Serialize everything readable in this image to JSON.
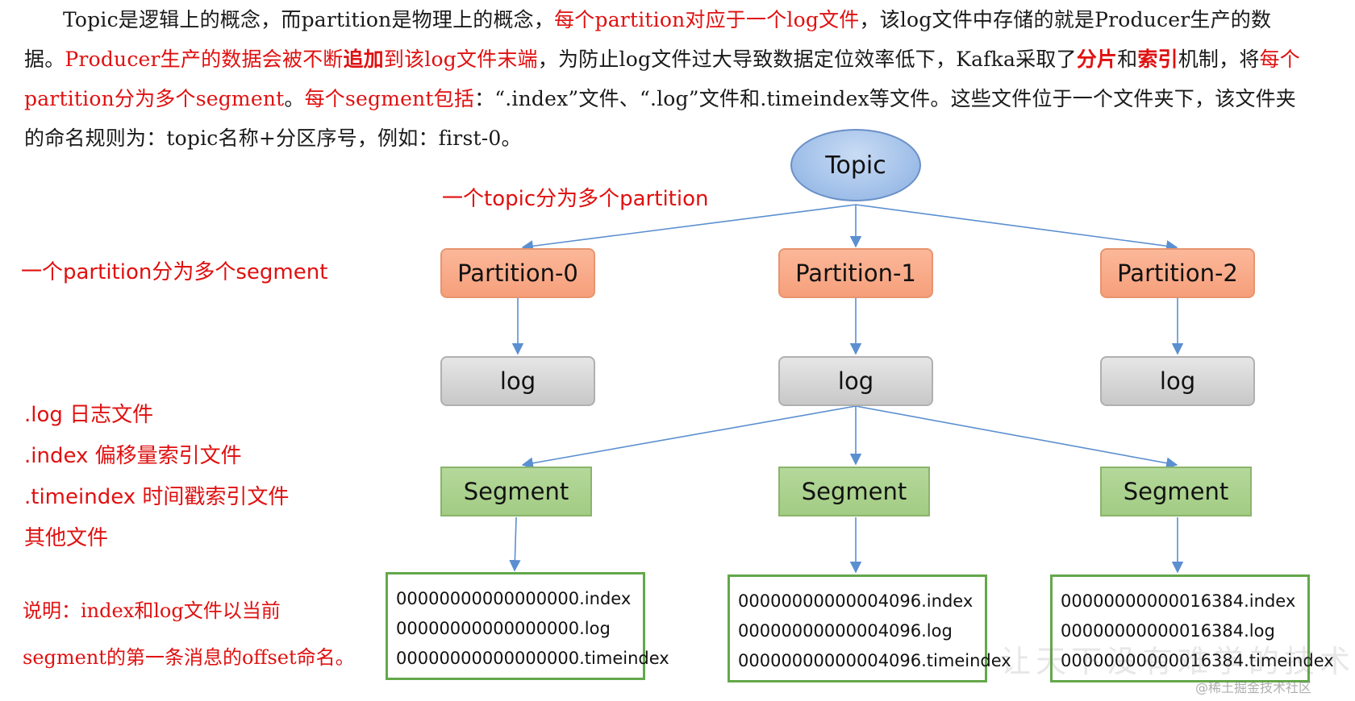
{
  "paragraph": {
    "p1": "Topic是逻辑上的概念，而partition是物理上的概念，",
    "p2": "每个partition对应于一个log文件",
    "p3": "，该log文件中存储的就是Producer生产的数据。",
    "p4": "Producer生产的数据会被不断",
    "p5": "追加",
    "p6": "到该log文件末端",
    "p7": "，为防止log文件过大导致数据定位效率低下，Kafka采取了",
    "p8": "分片",
    "p9": "和",
    "p10": "索引",
    "p11": "机制，将",
    "p12": "每个partition分为多个segment",
    "p13": "。",
    "p14": "每个segment包括",
    "p15": "：“.index”文件、“.log”文件和.timeindex等文件。这些文件位于一个文件夹下，该文件夹的命名规则为：topic名称+分区序号，例如：first-0。"
  },
  "labels": {
    "topic_to_partition": "一个topic分为多个partition",
    "partition_to_segment": "一个partition分为多个segment",
    "log_file": ".log  日志文件",
    "index_file": ".index 偏移量索引文件",
    "timeindex_file": ".timeindex 时间戳索引文件",
    "other_files": "其他文件",
    "note_line1": "说明：index和log文件以当前",
    "note_line2": "segment的第一条消息的offset命名。"
  },
  "diagram": {
    "topic": "Topic",
    "partitions": [
      "Partition-0",
      "Partition-1",
      "Partition-2"
    ],
    "logs": [
      "log",
      "log",
      "log"
    ],
    "segments": [
      "Segment",
      "Segment",
      "Segment"
    ],
    "files": [
      [
        "00000000000000000.index",
        "00000000000000000.log",
        "00000000000000000.timeindex"
      ],
      [
        "00000000000004096.index",
        "00000000000004096.log",
        "00000000000004096.timeindex"
      ],
      [
        "00000000000016384.index",
        "00000000000016384.log",
        "00000000000016384.timeindex"
      ]
    ]
  },
  "colors": {
    "accent_red": "#e01010",
    "topic_fill": "#9dbde8",
    "partition_fill": "#f69f7a",
    "log_fill": "#c8c8c8",
    "segment_fill": "#a2cc84",
    "files_border": "#63a84a",
    "edge": "#5b8fd0"
  },
  "watermark": "让天下没有难学的技术",
  "credit": "@稀土掘金技术社区"
}
